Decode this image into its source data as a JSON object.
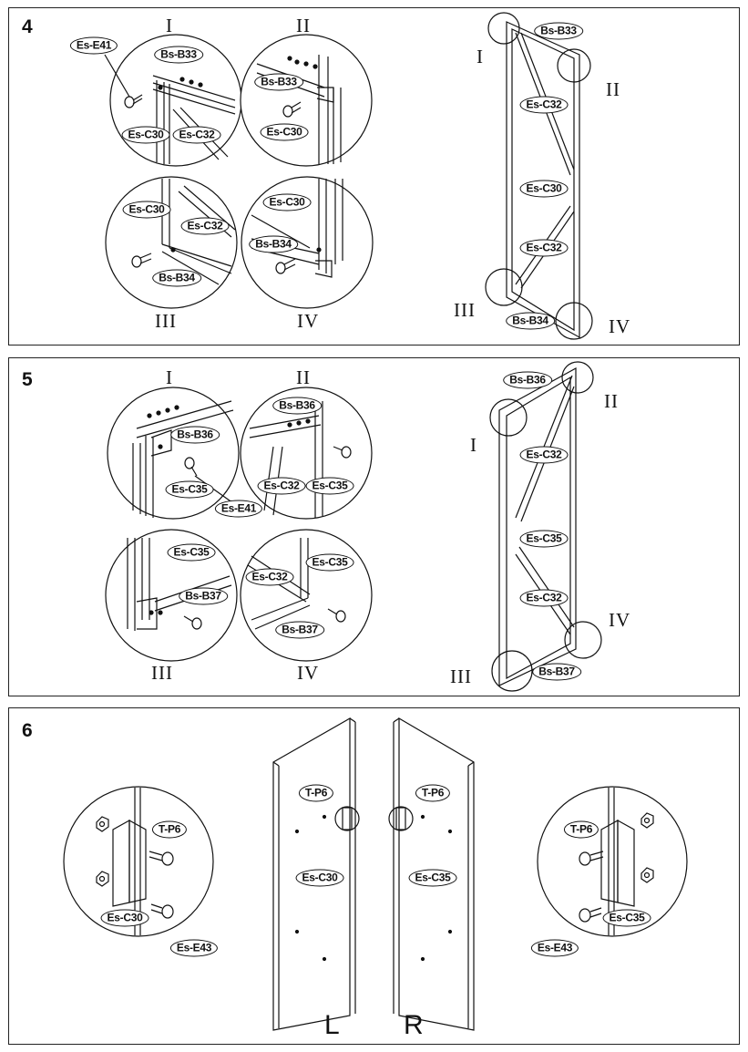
{
  "steps": [
    {
      "number": "4",
      "details": [
        "I",
        "II",
        "III",
        "IV"
      ],
      "callouts": {
        "d1_screw": "Es-E41",
        "d1_bar": "Bs-B33",
        "d1_panel": "Es-C30",
        "d1_brace": "Es-C32",
        "d2_bar": "Bs-B33",
        "d2_panel": "Es-C30",
        "d3_panel": "Es-C30",
        "d3_brace": "Es-C32",
        "d3_bar": "Bs-B34",
        "d4_panel": "Es-C30",
        "d4_bar": "Bs-B34",
        "frame_top": "Bs-B33",
        "frame_brace1": "Es-C32",
        "frame_panel": "Es-C30",
        "frame_brace2": "Es-C32",
        "frame_bottom": "Bs-B34"
      }
    },
    {
      "number": "5",
      "details": [
        "I",
        "II",
        "III",
        "IV"
      ],
      "callouts": {
        "d1_bar": "Bs-B36",
        "d1_panel": "Es-C35",
        "d1_screw": "Es-E41",
        "d2_bar": "Bs-B36",
        "d2_brace": "Es-C32",
        "d2_panel": "Es-C35",
        "d3_panel": "Es-C35",
        "d3_bar": "Bs-B37",
        "d4_brace": "Es-C32",
        "d4_panel": "Es-C35",
        "d4_bar": "Bs-B37",
        "frame_top": "Bs-B36",
        "frame_brace1": "Es-C32",
        "frame_panel": "Es-C35",
        "frame_brace2": "Es-C32",
        "frame_bottom": "Bs-B37"
      }
    },
    {
      "number": "6",
      "callouts": {
        "left_bracket": "T-P6",
        "left_panel_detail": "Es-C30",
        "left_screw": "Es-E43",
        "l_bracket": "T-P6",
        "l_panel": "Es-C30",
        "r_bracket": "T-P6",
        "r_panel": "Es-C35",
        "right_bracket": "T-P6",
        "right_panel_detail": "Es-C35",
        "right_screw": "Es-E43"
      },
      "side_labels": {
        "left": "L",
        "right": "R"
      }
    }
  ]
}
